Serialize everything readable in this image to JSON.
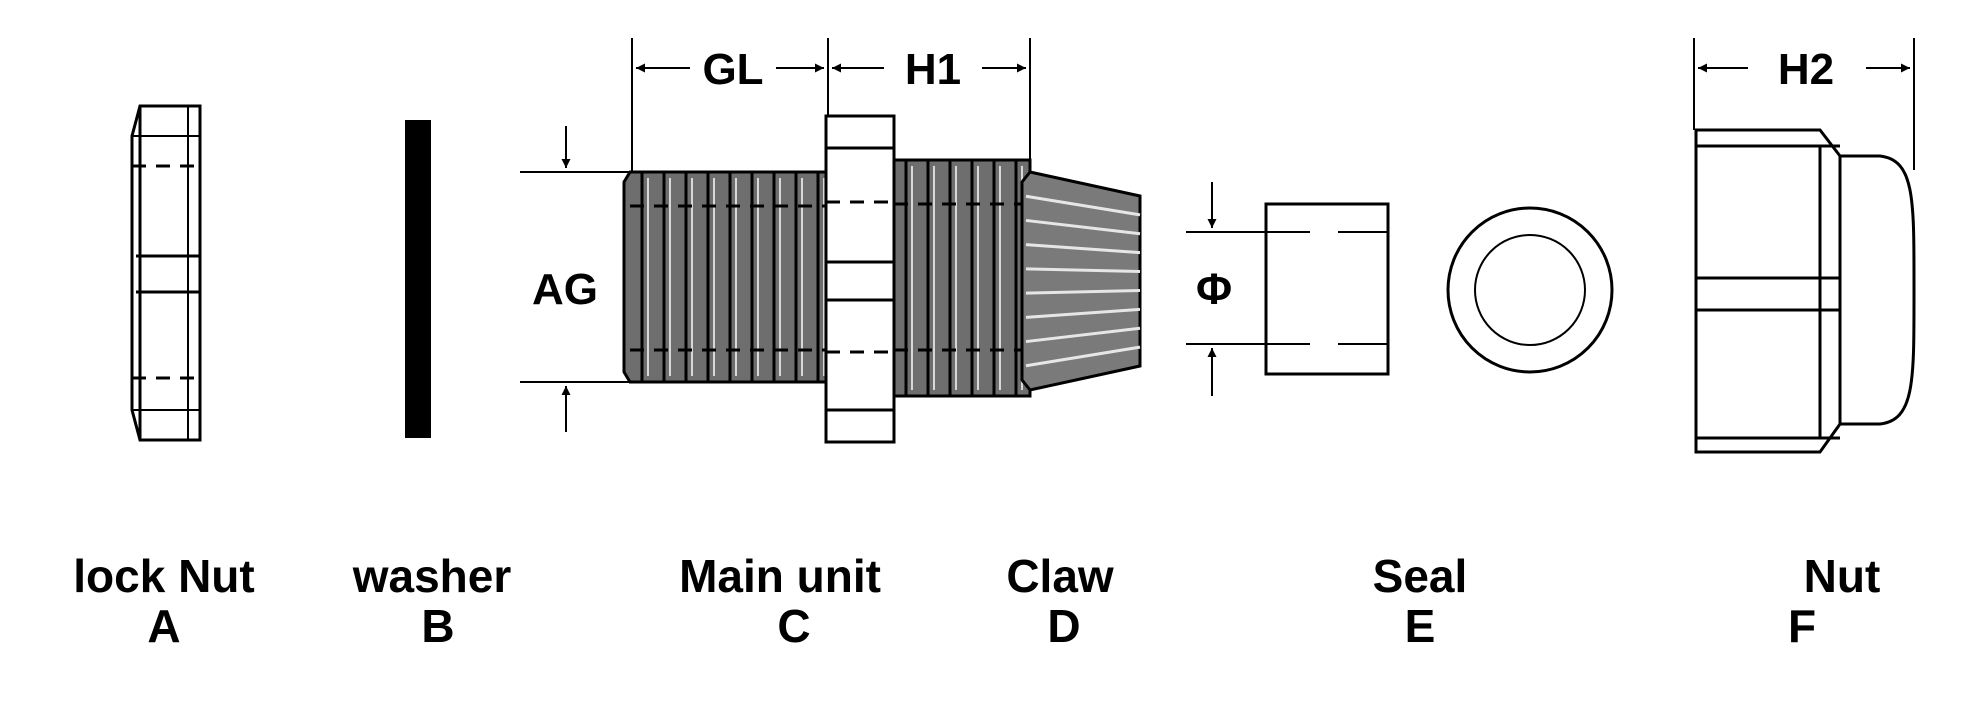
{
  "dimensions": {
    "gl": "GL",
    "h1": "H1",
    "h2": "H2",
    "ag": "AG",
    "phi": "Φ"
  },
  "parts": [
    {
      "name": "lock Nut",
      "letter": "A"
    },
    {
      "name": "washer",
      "letter": "B"
    },
    {
      "name": "Main unit",
      "letter": "C"
    },
    {
      "name": "Claw",
      "letter": "D"
    },
    {
      "name": "Seal",
      "letter": "E"
    },
    {
      "name": "Nut",
      "letter": "F"
    }
  ]
}
